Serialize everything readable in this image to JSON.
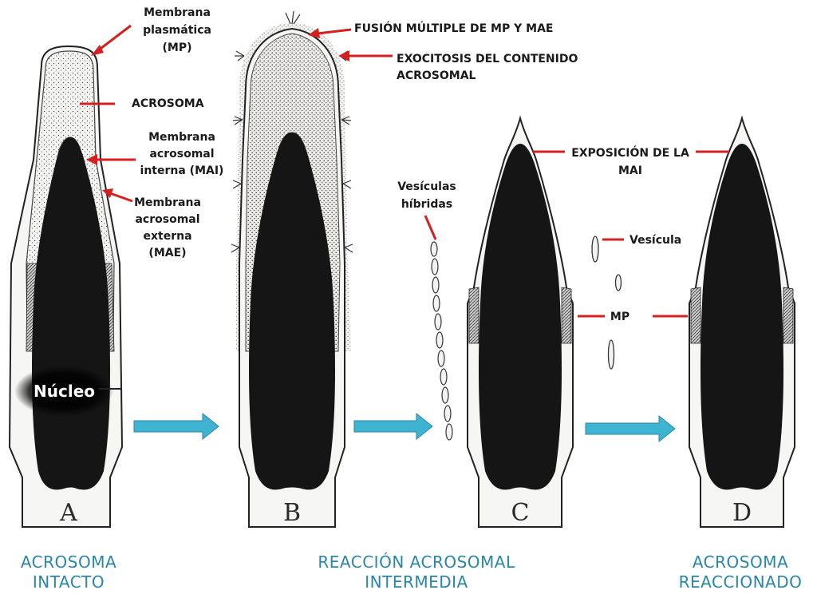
{
  "labels": {
    "membrana_plasmatica": [
      "Membrana",
      "plasmática",
      "(MP)"
    ],
    "acrosoma": "ACROSOMA",
    "mai": [
      "Membrana",
      "acrosomal",
      "interna (MAI)"
    ],
    "mae": [
      "Membrana",
      "acrosomal",
      "externa",
      "(MAE)"
    ],
    "nucleo": "Núcleo",
    "fusion": "FUSIÓN MÚLTIPLE DE MP Y MAE",
    "exocitosis": [
      "EXOCITOSIS DEL CONTENIDO",
      "ACROSOMAL"
    ],
    "vesiculas_hibridas": [
      "Vesículas",
      "híbridas"
    ],
    "exposicion": [
      "EXPOSICIÓN DE LA",
      "MAI"
    ],
    "vesicula": "Vesícula",
    "mp": "MP"
  },
  "panels": [
    "A",
    "B",
    "C",
    "D"
  ],
  "stages": {
    "intacto": [
      "ACROSOMA",
      "INTACTO"
    ],
    "intermedia": [
      "REACCIÓN ACROSOMAL",
      "INTERMEDIA"
    ],
    "reaccionado": [
      "ACROSOMA",
      "REACCIONADO"
    ]
  },
  "colors": {
    "pointer": "#d42020",
    "arrow": "#3fb4d2",
    "stage_title": "#2a86a8",
    "nucleus": "#151515"
  }
}
